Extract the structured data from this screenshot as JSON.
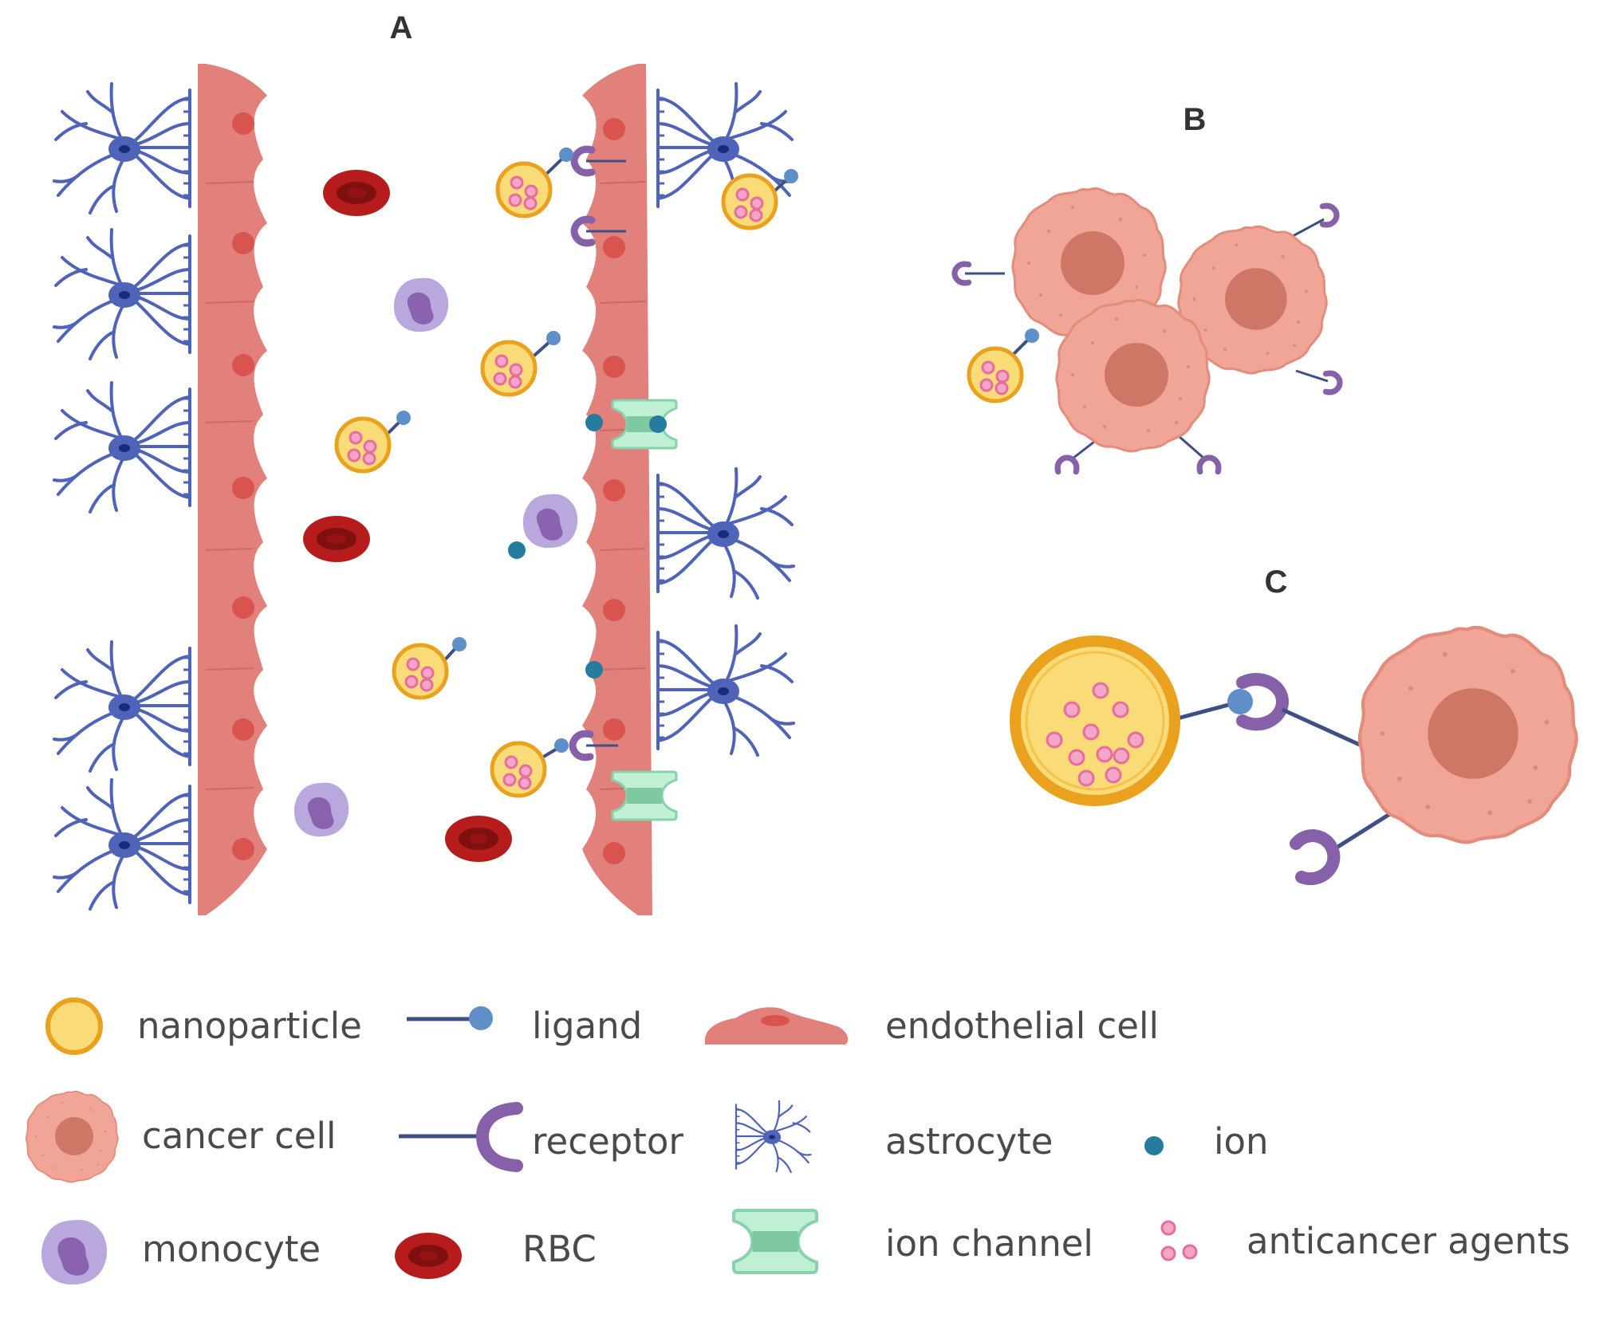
{
  "panels": {
    "a": "A",
    "b": "B",
    "c": "C"
  },
  "legend": {
    "nanoparticle": "nanoparticle",
    "ligand": "ligand",
    "endothelial_cell": "endothelial cell",
    "cancer_cell": "cancer cell",
    "receptor": "receptor",
    "astrocyte": "astrocyte",
    "ion": "ion",
    "monocyte": "monocyte",
    "rbc": "RBC",
    "ion_channel": "ion channel",
    "anticancer_agents": "anticancer agents"
  },
  "colors": {
    "endothelial": "#e2807c",
    "endothelial_nucleus": "#d9534f",
    "astrocyte": "#4f63b8",
    "astrocyte_body": "#2c47a6",
    "rbc": "#b71c1c",
    "monocyte": "#9b87c9",
    "nanoparticle_fill": "#f9db77",
    "nanoparticle_ring": "#eaa21e",
    "agent": "#e76d9f",
    "ligand": "#3e4f86",
    "ligand_head": "#5f8fc8",
    "receptor": "#8660a8",
    "ion": "#257c9e",
    "ion_channel": "#a7e2c2",
    "cancer_cell": "#f0a596",
    "cancer_nucleus": "#cf7767"
  }
}
